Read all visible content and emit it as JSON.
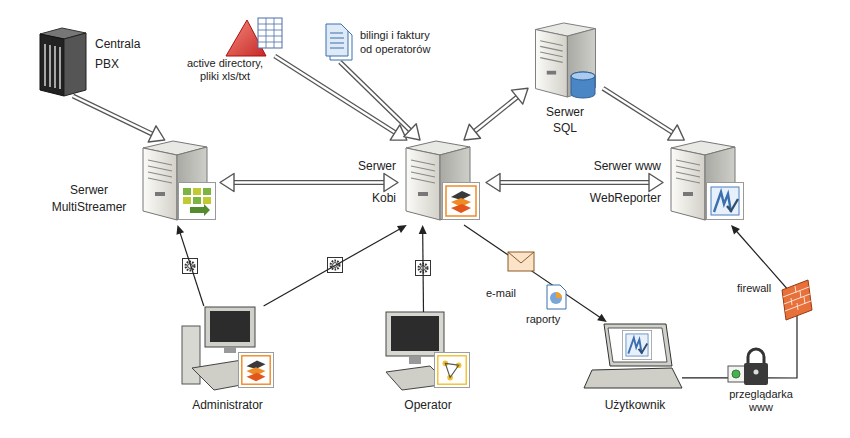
{
  "diagram": {
    "nodes": [
      {
        "text": [
          "Centrala PBX"
        ]
      },
      {
        "text": [
          "active directory, pliki xls/txt"
        ]
      },
      {
        "text": [
          "bilingi i faktury od operatorów"
        ]
      },
      {
        "text": [
          "Serwer SQL"
        ]
      },
      {
        "text": [
          "Serwer MultiStreamer"
        ]
      },
      {
        "text": [
          "Serwer Kobi"
        ]
      },
      {
        "text": [
          "Serwer www WebReporter"
        ]
      },
      {
        "text": [
          "Administrator"
        ]
      },
      {
        "text": [
          "Operator"
        ]
      },
      {
        "text": [
          "Użytkownik"
        ]
      }
    ],
    "edges": [
      {
        "from": 0,
        "to": 4,
        "arrow": "to"
      },
      {
        "from": 1,
        "to": 5,
        "arrow": "to"
      },
      {
        "from": 2,
        "to": 5,
        "arrow": "to"
      },
      {
        "from": 4,
        "to": 5,
        "arrow": "both"
      },
      {
        "from": 5,
        "to": 3,
        "arrow": "both"
      },
      {
        "from": 3,
        "to": 6,
        "arrow": "to"
      },
      {
        "from": 5,
        "to": 6,
        "arrow": "both"
      },
      {
        "from": 7,
        "to": 4,
        "arrow": "to"
      },
      {
        "from": 7,
        "to": 5,
        "arrow": "to"
      },
      {
        "from": 8,
        "to": 5,
        "arrow": "to"
      },
      {
        "from": 5,
        "to": 9,
        "arrow": "to"
      },
      {
        "from": 9,
        "to": 6,
        "arrow": "to"
      }
    ],
    "labels": [
      "e-mail",
      "raporty",
      "firewall",
      "przeglądarka www"
    ]
  }
}
